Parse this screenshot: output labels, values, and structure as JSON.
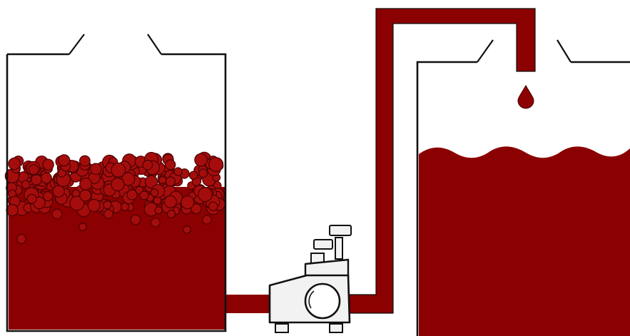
{
  "colors": {
    "wine": "#8b0000",
    "bubble": "#a50d0d",
    "bubble_outline": "#4a0000",
    "outline": "#111111",
    "background": "#ffffff",
    "pump_body": "#f2f2f2"
  },
  "scene": {
    "left_tank": {
      "contents": "fermenting-must-with-grape-skins-cap"
    },
    "pump": {
      "icon": "pump-icon"
    },
    "transfer_pipe": {
      "direction": "left-to-right"
    },
    "right_tank": {
      "contents": "wine",
      "surface": "wavy",
      "drip": true
    }
  }
}
